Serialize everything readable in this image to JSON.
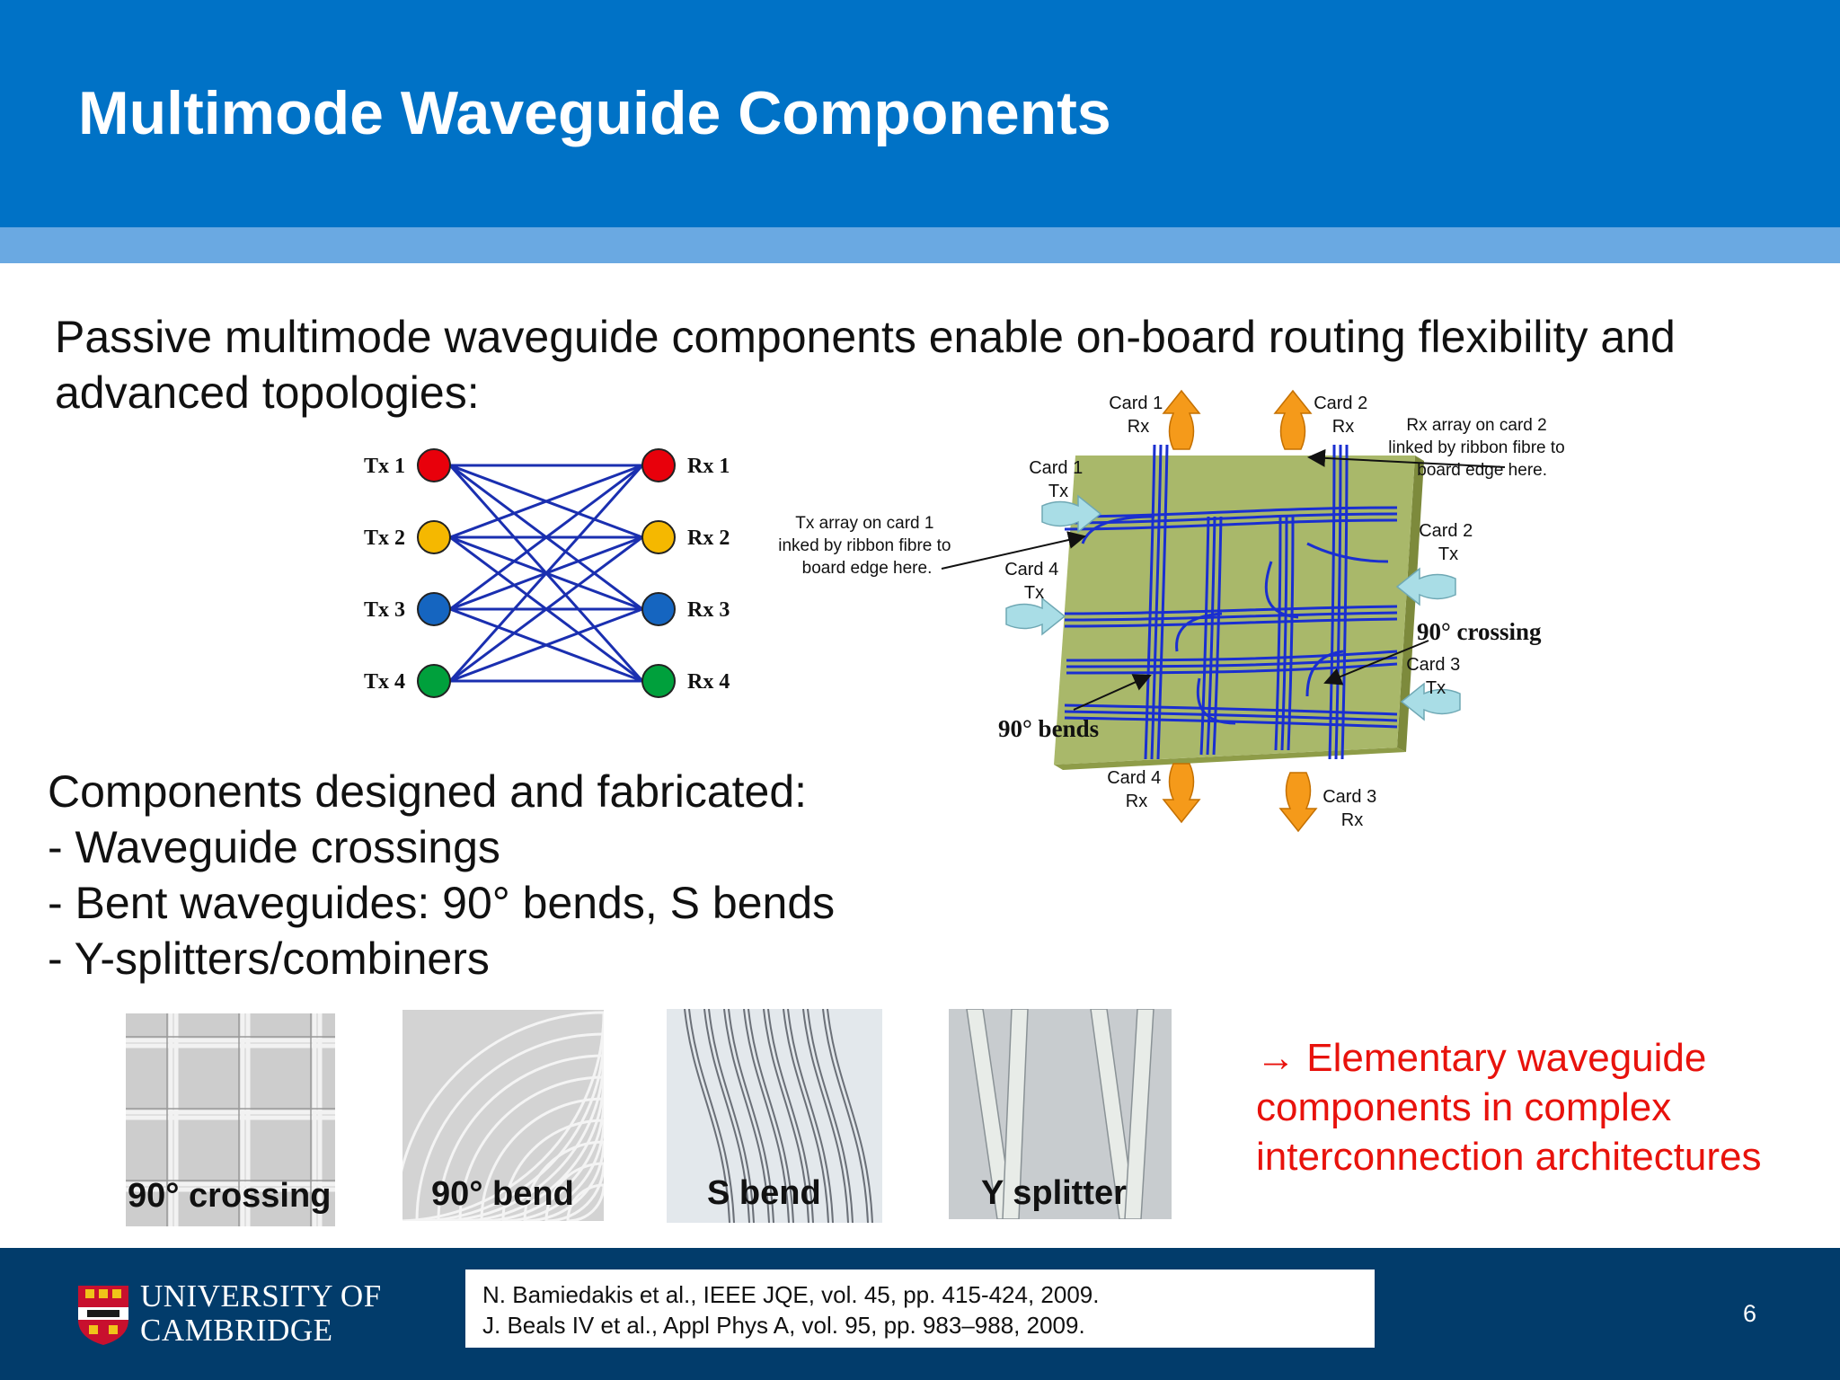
{
  "slide": {
    "title": "Multimode Waveguide Components",
    "intro": {
      "line1": "Passive multimode waveguide components enable on-board routing flexibility and",
      "line2": "advanced topologies:"
    },
    "components": {
      "heading": "Components designed and fabricated:",
      "items": [
        "- Waveguide crossings",
        "- Bent waveguides: 90° bends, S bends",
        "- Y-splitters/combiners"
      ]
    },
    "conclusion": {
      "arrow": "→",
      "line1": "Elementary waveguide",
      "line2": "components in complex",
      "line3": "interconnection architectures"
    },
    "page_number": "6"
  },
  "network_diagram": {
    "tx": [
      {
        "label": "Tx 1",
        "color": "#e8000b"
      },
      {
        "label": "Tx 2",
        "color": "#f5b800"
      },
      {
        "label": "Tx 3",
        "color": "#1565c0"
      },
      {
        "label": "Tx 4",
        "color": "#00a03c"
      }
    ],
    "rx": [
      {
        "label": "Rx 1",
        "color": "#e8000b"
      },
      {
        "label": "Rx 2",
        "color": "#f5b800"
      },
      {
        "label": "Rx 3",
        "color": "#1565c0"
      },
      {
        "label": "Rx 4",
        "color": "#00a03c"
      }
    ],
    "link_color": "#1a2fb0"
  },
  "board_diagram": {
    "card1_rx": [
      "Card 1",
      "Rx"
    ],
    "card2_rx": [
      "Card 2",
      "Rx"
    ],
    "card1_tx": [
      "Card 1",
      "Tx"
    ],
    "card2_tx": [
      "Card 2",
      "Tx"
    ],
    "card4_tx": [
      "Card 4",
      "Tx"
    ],
    "card3_tx": [
      "Card 3",
      "Tx"
    ],
    "card4_rx": [
      "Card 4",
      "Rx"
    ],
    "card3_rx": [
      "Card 3",
      "Rx"
    ],
    "tx_note": [
      "Tx array on card 1",
      "inked by ribbon fibre to",
      "board edge here."
    ],
    "rx_note": [
      "Rx array on card 2",
      "linked by ribbon fibre to",
      "board edge here."
    ],
    "crossing_label": "90° crossing",
    "bends_label": "90° bends",
    "board_color": "#a9b86a",
    "waveguide_color": "#1a2fd0",
    "rx_arrow_color": "#f59a1a",
    "tx_arrow_color": "#a9dde6"
  },
  "photos": [
    {
      "label": "90° crossing"
    },
    {
      "label": "90° bend"
    },
    {
      "label": "S bend"
    },
    {
      "label": "Y splitter"
    }
  ],
  "footer": {
    "university_line1": "UNIVERSITY OF",
    "university_line2": "CAMBRIDGE",
    "references": [
      "N. Bamiedakis et al., IEEE JQE, vol. 45, pp. 415-424, 2009.",
      "J. Beals IV et al., Appl Phys A, vol. 95, pp. 983–988, 2009."
    ]
  }
}
